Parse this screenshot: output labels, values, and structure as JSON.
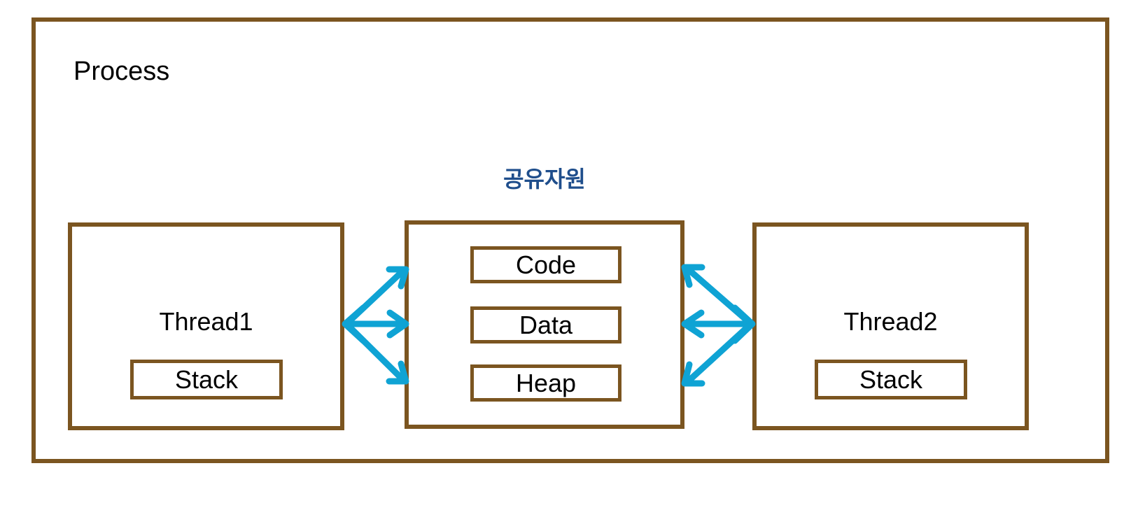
{
  "diagram": {
    "title": "Process with two threads sharing resources",
    "process": {
      "label": "Process"
    },
    "shared": {
      "title": "공유자원",
      "title_color": "#1F4E8C",
      "segments": [
        {
          "label": "Code"
        },
        {
          "label": "Data"
        },
        {
          "label": "Heap"
        }
      ]
    },
    "threads": [
      {
        "name": "Thread1",
        "stack_label": "Stack"
      },
      {
        "name": "Thread2",
        "stack_label": "Stack"
      }
    ],
    "connectors": [
      {
        "name": "thread1-shared-link",
        "from": "Thread1",
        "to": "공유자원",
        "style": "three-pronged-double-arrow",
        "color": "#0FA3D4"
      },
      {
        "name": "thread2-shared-link",
        "from": "공유자원",
        "to": "Thread2",
        "style": "three-pronged-double-arrow",
        "color": "#0FA3D4"
      }
    ],
    "colors": {
      "border": "#7B5520",
      "arrow": "#0FA3D4",
      "shared_title": "#1F4E8C",
      "text": "#000000",
      "background": "#FFFFFF"
    }
  }
}
